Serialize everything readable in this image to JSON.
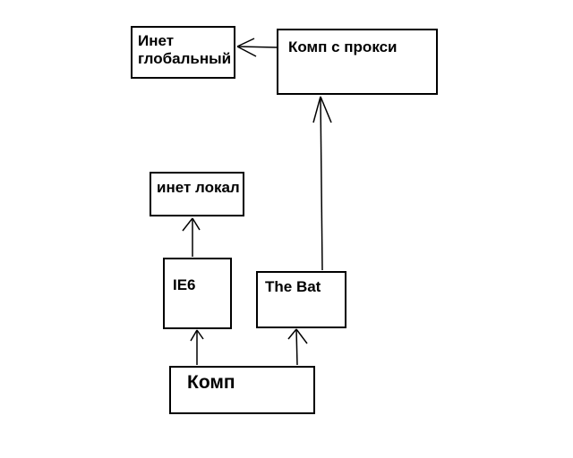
{
  "colors": {
    "background": "#ffffff",
    "line": "#000000",
    "text": "#000000"
  },
  "nodes": {
    "inet_global": {
      "label": "Инет глобальный"
    },
    "komp_proxy": {
      "label": "Комп с прокси"
    },
    "inet_lokal": {
      "label": "инет локал"
    },
    "ie6": {
      "label": "IE6"
    },
    "the_bat": {
      "label": "The Bat"
    },
    "komp": {
      "label": "Комп"
    }
  },
  "edges": [
    {
      "from": "komp_proxy",
      "to": "inet_global"
    },
    {
      "from": "the_bat",
      "to": "komp_proxy"
    },
    {
      "from": "ie6",
      "to": "inet_lokal"
    },
    {
      "from": "komp",
      "to": "ie6"
    },
    {
      "from": "komp",
      "to": "the_bat"
    }
  ]
}
